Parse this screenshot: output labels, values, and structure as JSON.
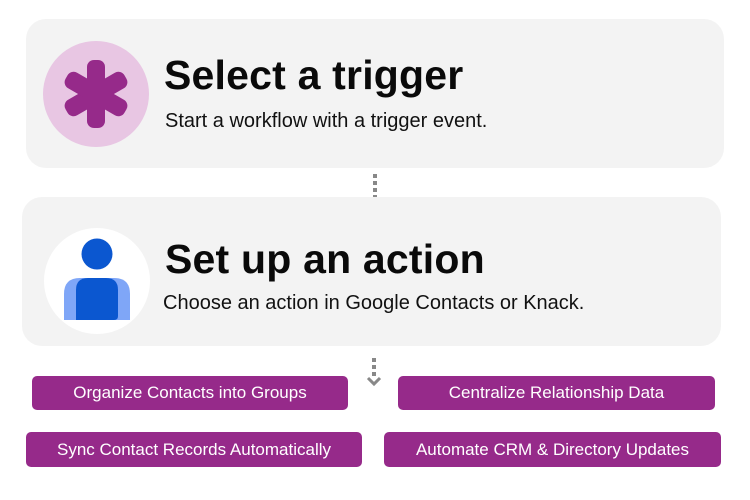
{
  "steps": [
    {
      "title": "Select a trigger",
      "subtitle": "Start a workflow with a trigger event.",
      "icon": "asterisk-icon",
      "icon_bg": "#e8c6e3",
      "icon_color": "#962a8a"
    },
    {
      "title": "Set up an action",
      "subtitle": "Choose an action in Google Contacts or Knack.",
      "icon": "person-icon",
      "icon_bg": "#ffffff",
      "icon_color": "#0b57d0"
    }
  ],
  "use_cases": [
    "Organize Contacts into Groups",
    "Centralize Relationship Data",
    "Sync Contact Records Automatically",
    "Automate CRM & Directory Updates"
  ],
  "colors": {
    "card_bg": "#f3f3f3",
    "pill_bg": "#962a8a",
    "arrow": "#888888"
  }
}
